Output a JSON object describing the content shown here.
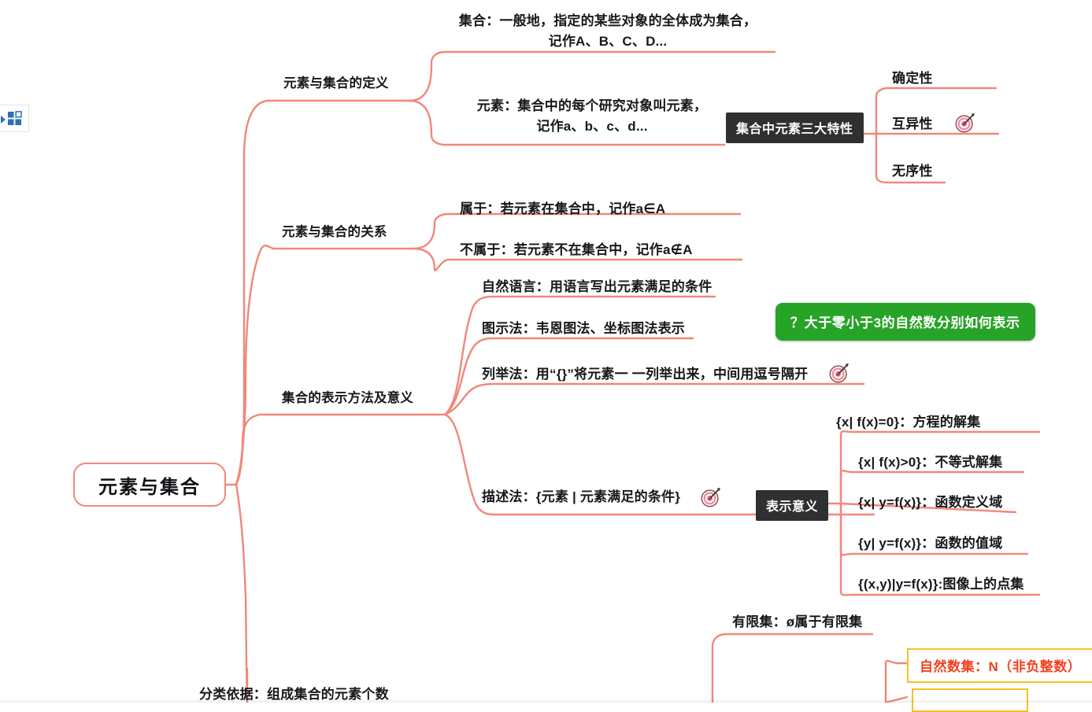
{
  "root": {
    "label": "元素与集合"
  },
  "toolbar": {
    "apps_icon": "apps-grid-icon"
  },
  "branches": [
    {
      "id": "definition",
      "label": "元素与集合的定义",
      "topics": [
        {
          "id": "set-def",
          "line1": "集合：一般地，指定的某些对象的全体成为集合，",
          "line2": "记作A、B、C、D..."
        },
        {
          "id": "element-def",
          "line1": "元素：集合中的每个研究对象叫元素，",
          "line2": "记作a、b、c、d..."
        }
      ]
    },
    {
      "id": "relation",
      "label": "元素与集合的关系",
      "topics": [
        {
          "id": "belongs",
          "line1": "属于：若元素在集合中，记作a∈A"
        },
        {
          "id": "not-belongs",
          "line1": "不属于：若元素不在集合中，记作a∉A"
        }
      ]
    },
    {
      "id": "representation",
      "label": "集合的表示方法及意义",
      "topics": [
        {
          "id": "natural-language",
          "line1": "自然语言：用语言写出元素满足的条件"
        },
        {
          "id": "diagram-method",
          "line1": "图示法：韦恩图法、坐标图法表示"
        },
        {
          "id": "enumeration",
          "line1": "列举法：用“{}”将元素一 一列举出来，中间用逗号隔开"
        },
        {
          "id": "description",
          "line1": "描述法：{元素 | 元素满足的条件}"
        }
      ]
    },
    {
      "id": "classification",
      "label": "",
      "topics": [
        {
          "id": "finite-set",
          "line1": "有限集：ø属于有限集"
        },
        {
          "id": "basis",
          "line1": "分类依据：组成集合的元素个数"
        }
      ]
    }
  ],
  "three_features": {
    "chip": "集合中元素三大特性",
    "items": [
      {
        "id": "determinacy",
        "label": "确定性"
      },
      {
        "id": "mutex",
        "label": "互异性"
      },
      {
        "id": "disorder",
        "label": "无序性"
      }
    ]
  },
  "meaning": {
    "chip": "表示意义",
    "items": [
      {
        "id": "equation-solution",
        "label": "{x| f(x)=0}：方程的解集"
      },
      {
        "id": "inequality-solution",
        "label": "{x| f(x)>0}：不等式解集"
      },
      {
        "id": "function-domain",
        "label": "{x| y=f(x)}：函数定义域"
      },
      {
        "id": "function-range",
        "label": "{y| y=f(x)}：函数的值域"
      },
      {
        "id": "graph-points",
        "label": "{(x,y)|y=f(x)}:图像上的点集"
      }
    ]
  },
  "question_callout": {
    "label": "？大于零小于3的自然数分别如何表示"
  },
  "number_sets": [
    {
      "id": "natural-numbers",
      "label": "自然数集：N（非负整数）"
    },
    {
      "id": "second-set-partial",
      "label": ""
    }
  ],
  "colors": {
    "branch_line": "#f2877b",
    "dark_chip_bg": "#2f3032",
    "green_chip_bg": "#27a327",
    "yellow_border": "#f5c021",
    "orange_text": "#f2401f",
    "text": "#17181a"
  }
}
